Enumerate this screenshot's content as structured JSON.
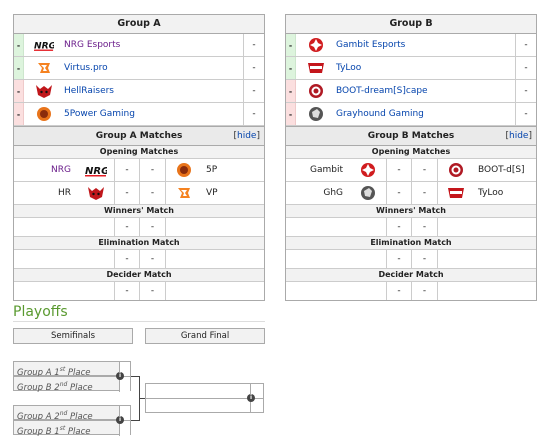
{
  "group_a": {
    "title": "Group A",
    "teams": [
      {
        "status": "-",
        "name": "NRG Esports",
        "score": "-",
        "logo": "nrg-logo"
      },
      {
        "status": "-",
        "name": "Virtus.pro",
        "score": "-",
        "logo": "virtuspro-logo"
      },
      {
        "status": "-",
        "name": "HellRaisers",
        "score": "-",
        "logo": "hellraisers-logo"
      },
      {
        "status": "-",
        "name": "5Power Gaming",
        "score": "-",
        "logo": "5power-logo"
      }
    ],
    "matches_title": "Group A Matches",
    "hide_open": "[",
    "hide_label": "hide",
    "hide_close": "]",
    "opening_label": "Opening Matches",
    "opening": [
      {
        "left": "NRG",
        "s1": "-",
        "s2": "-",
        "right": "5P"
      },
      {
        "left": "HR",
        "s1": "-",
        "s2": "-",
        "right": "VP"
      }
    ],
    "winners_label": "Winners' Match",
    "winners": {
      "s1": "-",
      "s2": "-"
    },
    "elimination_label": "Elimination Match",
    "elimination": {
      "s1": "-",
      "s2": "-"
    },
    "decider_label": "Decider Match",
    "decider": {
      "s1": "-",
      "s2": "-"
    }
  },
  "group_b": {
    "title": "Group B",
    "teams": [
      {
        "status": "-",
        "name": "Gambit Esports",
        "score": "-",
        "logo": "gambit-logo"
      },
      {
        "status": "-",
        "name": "TyLoo",
        "score": "-",
        "logo": "tyloo-logo"
      },
      {
        "status": "-",
        "name": "BOOT-dream[S]cape",
        "score": "-",
        "logo": "boot-logo"
      },
      {
        "status": "-",
        "name": "Grayhound Gaming",
        "score": "-",
        "logo": "grayhound-logo"
      }
    ],
    "matches_title": "Group B Matches",
    "hide_open": "[",
    "hide_label": "hide",
    "hide_close": "]",
    "opening_label": "Opening Matches",
    "opening": [
      {
        "left": "Gambit",
        "s1": "-",
        "s2": "-",
        "right": "BOOT-d[S]"
      },
      {
        "left": "GhG",
        "s1": "-",
        "s2": "-",
        "right": "TyLoo"
      }
    ],
    "winners_label": "Winners' Match",
    "winners": {
      "s1": "-",
      "s2": "-"
    },
    "elimination_label": "Elimination Match",
    "elimination": {
      "s1": "-",
      "s2": "-"
    },
    "decider_label": "Decider Match",
    "decider": {
      "s1": "-",
      "s2": "-"
    }
  },
  "playoffs": {
    "title": "Playoffs",
    "rounds": [
      "Semifinals",
      "Grand Final"
    ],
    "slots": [
      {
        "pre": "Group A 1",
        "sup": "st",
        "post": " Place"
      },
      {
        "pre": "Group B 2",
        "sup": "nd",
        "post": " Place"
      },
      {
        "pre": "Group A 2",
        "sup": "nd",
        "post": " Place"
      },
      {
        "pre": "Group B 1",
        "sup": "st",
        "post": " Place"
      }
    ],
    "info_glyph": "i"
  },
  "colors": {
    "advance": "#ddf4dd",
    "eliminated": "#fbdfdf",
    "link": "#0645ad",
    "visited": "#6b1e8b",
    "playoffs_title": "#5a9a30"
  }
}
